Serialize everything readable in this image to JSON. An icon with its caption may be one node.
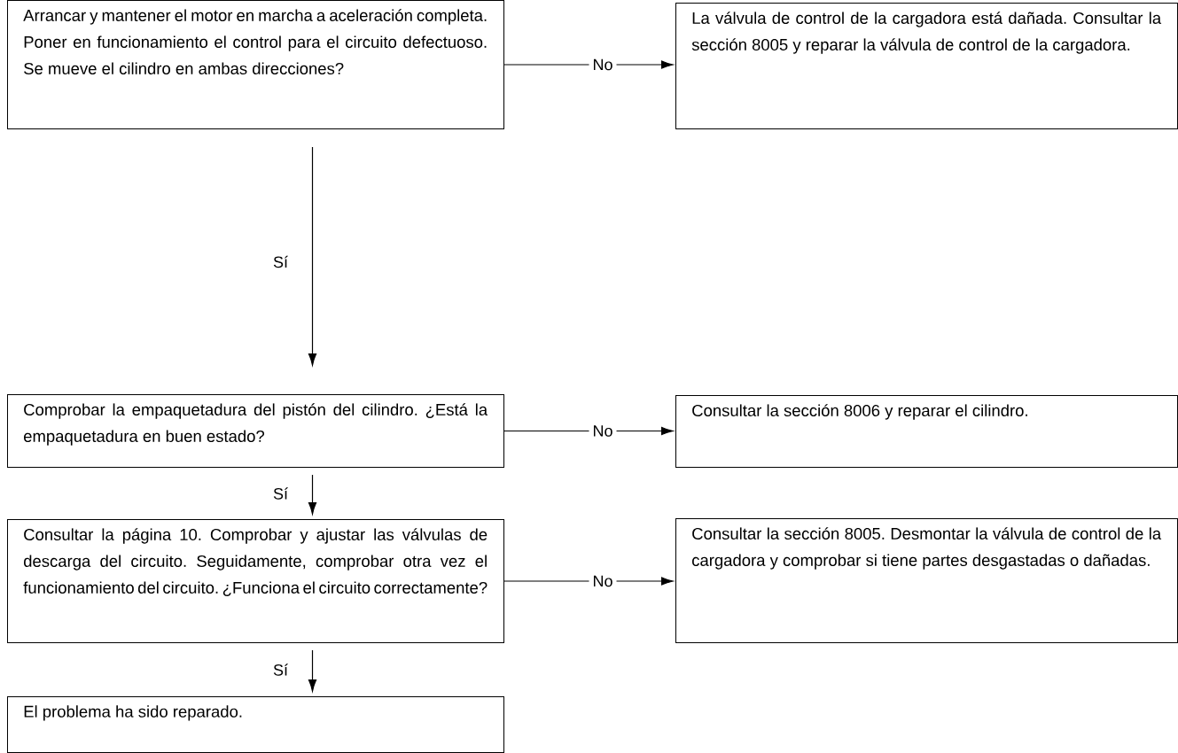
{
  "diagram": {
    "nodes": [
      {
        "text": [
          "Arrancar y mantener el motor en marcha a aceleración completa. Poner en funcionamiento el control para el circuito defectuoso. Se mueve el cilindro en ambas direcciones?"
        ]
      },
      {
        "text": [
          "La válvula de control de la cargadora está dañada. Consultar la sección 8005 y reparar la válvula de control de la cargadora."
        ]
      },
      {
        "text": [
          "Comprobar la empaquetadura del pistón del cilindro. ¿Está la empaquetadura en buen estado?"
        ]
      },
      {
        "text": [
          "Consultar la sección 8006 y reparar el cilindro."
        ]
      },
      {
        "text": [
          "Consultar la página 10. Comprobar y ajustar las válvulas de descarga del circuito. Seguidamente, comprobar otra vez el funcionamiento del circuito. ¿Funciona el circuito correctamente?"
        ]
      },
      {
        "text": [
          "Consultar la sección 8005. Desmontar la válvula de control de la cargadora y comprobar si tiene partes desgastadas o dañadas."
        ]
      },
      {
        "text": [
          "El problema ha sido reparado."
        ]
      }
    ],
    "edges": [
      {
        "from": 0,
        "to": 1,
        "arrow": "to",
        "label": "No"
      },
      {
        "from": 0,
        "to": 2,
        "arrow": "to",
        "label": "Sí"
      },
      {
        "from": 2,
        "to": 3,
        "arrow": "to",
        "label": "No"
      },
      {
        "from": 2,
        "to": 4,
        "arrow": "to",
        "label": "Sí"
      },
      {
        "from": 4,
        "to": 5,
        "arrow": "to",
        "label": "No"
      },
      {
        "from": 4,
        "to": 6,
        "arrow": "to",
        "label": "Sí"
      }
    ]
  }
}
